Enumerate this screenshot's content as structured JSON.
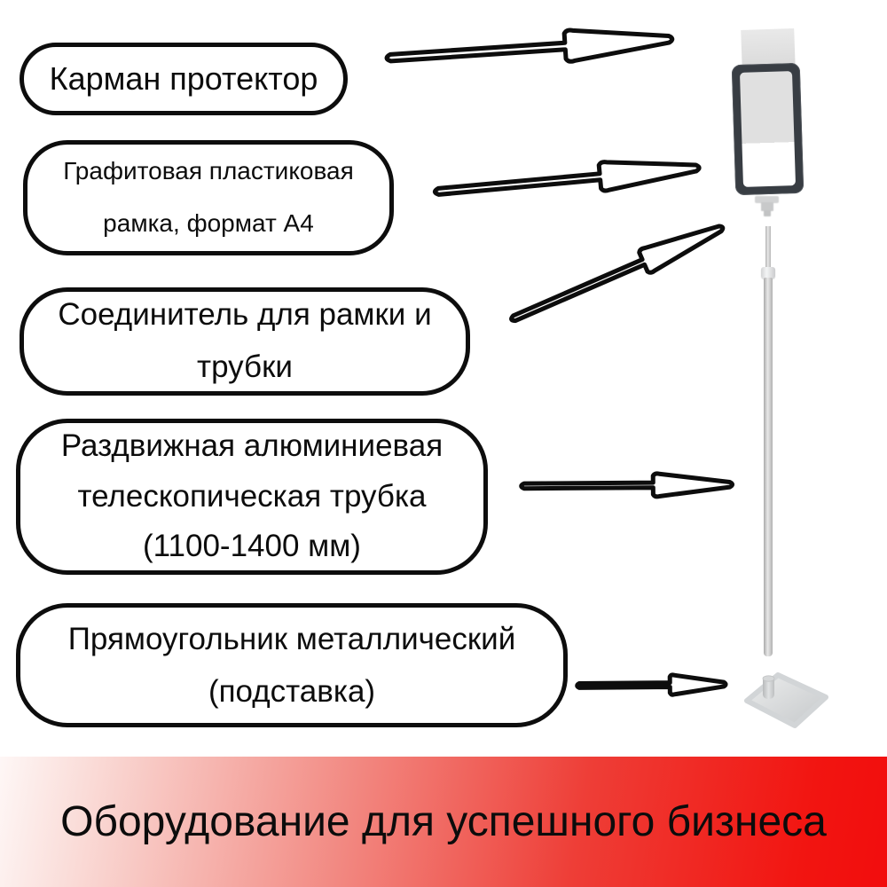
{
  "figure": {
    "bubbles": [
      {
        "id": "pocket-protector",
        "lines": [
          "Карман протектор"
        ]
      },
      {
        "id": "plastic-frame",
        "lines": [
          "Графитовая пластиковая",
          "рамка, формат А4"
        ]
      },
      {
        "id": "frame-tube-connector",
        "lines": [
          "Соединитель для рамки и",
          "трубки"
        ]
      },
      {
        "id": "telescopic-tube",
        "lines": [
          "Раздвижная алюминиевая",
          "телескопическая трубка",
          "(1100-1400 мм)"
        ]
      },
      {
        "id": "metal-base",
        "lines": [
          "Прямоугольник металлический",
          "(подставка)"
        ]
      }
    ],
    "arrow_icon": "outlined-pointer-arrow",
    "stand_parts": [
      "protector-sheet",
      "a4-frame",
      "connector",
      "telescopic-tube",
      "base-plate"
    ]
  },
  "banner": {
    "text": "Оборудование для успешного бизнеса"
  },
  "colors": {
    "outline": "#0d0d0d",
    "frame_dark": "#383d43",
    "metal_light": "#e9e9e9",
    "metal_mid": "#c7c9cb",
    "banner_red": "#f20d0d",
    "banner_light": "#fef7f6"
  }
}
